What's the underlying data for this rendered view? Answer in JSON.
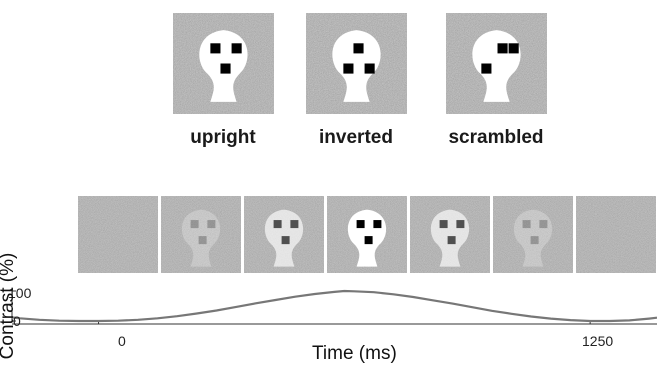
{
  "conditions": [
    {
      "label": "upright",
      "dots": [
        [
          0.42,
          0.35
        ],
        [
          0.63,
          0.35
        ],
        [
          0.52,
          0.55
        ]
      ]
    },
    {
      "label": "inverted",
      "dots": [
        [
          0.52,
          0.35
        ],
        [
          0.42,
          0.55
        ],
        [
          0.63,
          0.55
        ]
      ]
    },
    {
      "label": "scrambled",
      "dots": [
        [
          0.56,
          0.35
        ],
        [
          0.67,
          0.35
        ],
        [
          0.4,
          0.55
        ]
      ]
    }
  ],
  "sequence": {
    "frames": [
      {
        "contrast": 0.0
      },
      {
        "contrast": 0.25
      },
      {
        "contrast": 0.65
      },
      {
        "contrast": 1.0
      },
      {
        "contrast": 0.65
      },
      {
        "contrast": 0.25
      },
      {
        "contrast": 0.0
      }
    ]
  },
  "chart_data": {
    "type": "line",
    "xlabel": "Time (ms)",
    "ylabel": "Contrast (%)",
    "xlim": [
      -220,
      1420
    ],
    "ylim": [
      0,
      100
    ],
    "xticks": [
      0,
      1250
    ],
    "yticks": [
      0,
      100
    ],
    "series": [
      {
        "x": [
          -220,
          -200,
          -150,
          -100,
          -50,
          0,
          50,
          100,
          150,
          200,
          250,
          300,
          350,
          400,
          450,
          500,
          550,
          600,
          625,
          650,
          700,
          750,
          800,
          850,
          900,
          950,
          1000,
          1050,
          1100,
          1150,
          1200,
          1250,
          1300,
          1350,
          1400,
          1420
        ],
        "values": [
          12,
          9,
          4,
          1,
          0,
          0,
          1,
          4,
          9,
          16,
          25,
          35,
          47,
          59,
          70,
          81,
          90,
          97,
          100,
          99,
          96,
          89,
          80,
          69,
          58,
          46,
          34,
          24,
          15,
          8,
          3,
          0,
          0,
          2,
          8,
          11
        ]
      }
    ]
  },
  "colors": {
    "noise_bg": "#9a9a9a",
    "face": "#ffffff",
    "features": "#000000",
    "curve": "#777777",
    "axis": "#333333"
  }
}
